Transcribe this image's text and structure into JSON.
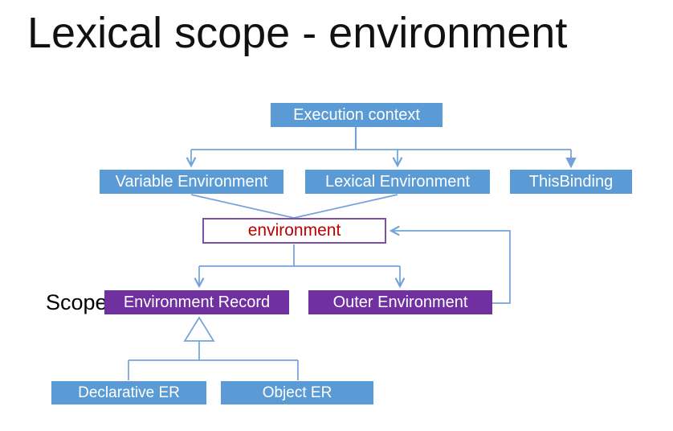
{
  "title": "Lexical scope - environment",
  "colors": {
    "blue_node": "#5b9bd5",
    "purple_node": "#7030a0",
    "environment_border": "#7d50a5",
    "environment_text": "#c00000",
    "connector": "#72a2d9",
    "title_text": "#111111",
    "node_text": "#ffffff",
    "scope_text": "#000000",
    "background": "#ffffff"
  },
  "diagram": {
    "nodes": {
      "execution_context": "Execution context",
      "variable_environment": "Variable Environment",
      "lexical_environment": "Lexical Environment",
      "this_binding": "ThisBinding",
      "environment": "environment",
      "environment_record": "Environment Record",
      "outer_environment": "Outer Environment",
      "declarative_er": "Declarative ER",
      "object_er": "Object ER"
    },
    "labels": {
      "scope": "Scope"
    },
    "edges": [
      {
        "from": "execution_context",
        "to": "variable_environment",
        "style": "open-arrow"
      },
      {
        "from": "execution_context",
        "to": "lexical_environment",
        "style": "open-arrow"
      },
      {
        "from": "execution_context",
        "to": "this_binding",
        "style": "filled-arrow"
      },
      {
        "from": "variable_environment",
        "to": "environment",
        "style": "line"
      },
      {
        "from": "lexical_environment",
        "to": "environment",
        "style": "line"
      },
      {
        "from": "environment",
        "to": "environment_record",
        "style": "open-arrow"
      },
      {
        "from": "environment",
        "to": "outer_environment",
        "style": "open-arrow"
      },
      {
        "from": "outer_environment",
        "to": "environment",
        "style": "open-arrow-feedback-loop"
      },
      {
        "from": "declarative_er",
        "to": "environment_record",
        "style": "hollow-triangle-generalization"
      },
      {
        "from": "object_er",
        "to": "environment_record",
        "style": "hollow-triangle-generalization"
      }
    ]
  }
}
